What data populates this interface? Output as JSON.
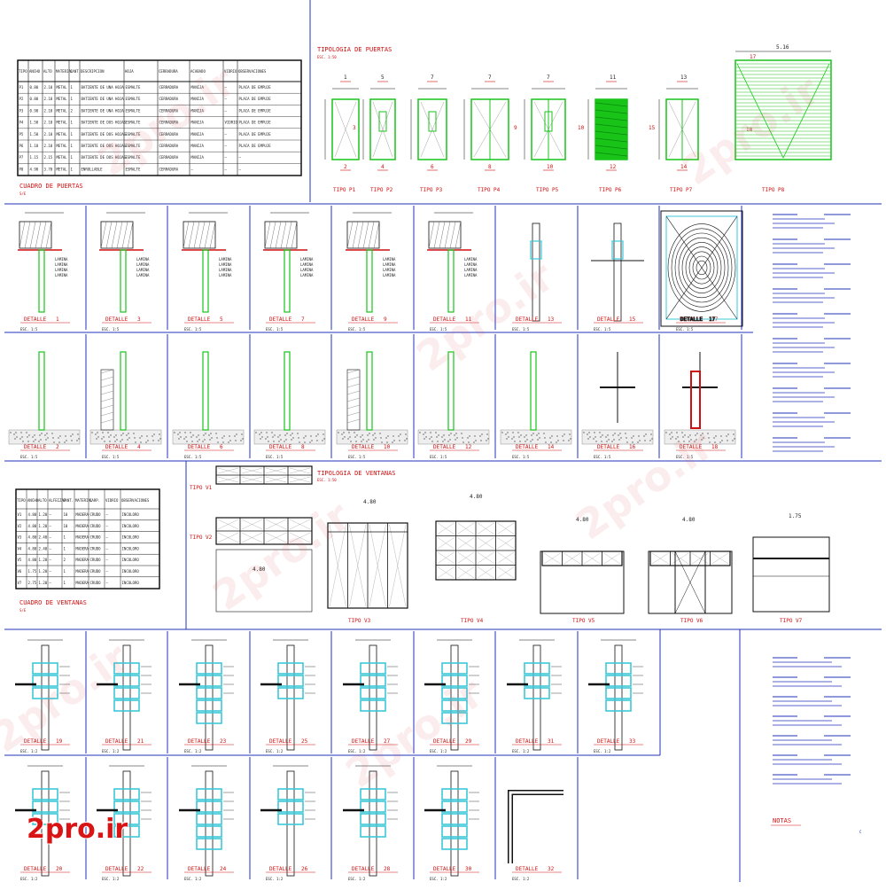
{
  "watermark": "2pro.ir",
  "logo": "2pro.ir",
  "puertas": {
    "title": "TIPOLOGIA DE PUERTAS",
    "scale": "ESC. 1:50",
    "types": [
      "TIPO P1",
      "TIPO P2",
      "TIPO P3",
      "TIPO P4",
      "TIPO P5",
      "TIPO P6",
      "TIPO P7",
      "TIPO P8"
    ],
    "top_marks": [
      "1",
      "5",
      "7",
      "7",
      "7",
      "11",
      "13",
      "17"
    ],
    "bottom_marks": [
      "2",
      "4",
      "6",
      "8",
      "10",
      "12",
      "14",
      ""
    ],
    "side_marks": [
      "",
      "3",
      "",
      "",
      "9",
      "10",
      "15",
      "18"
    ]
  },
  "cuadro_puertas": {
    "title": "CUADRO DE PUERTAS",
    "scale": "S/E",
    "headers": [
      "TIPO",
      "ANCHO",
      "ALTO",
      "MATERIAL",
      "CANT.",
      "DESCRIPCION",
      "HOJA",
      "CERRADURA",
      "ACABADO",
      "VIDRIO",
      "OBSERVACIONES"
    ],
    "rows": [
      [
        "P1",
        "0.80",
        "2.10",
        "METAL",
        "1",
        "BATIENTE DE UNA HOJA",
        "ESMALTE",
        "CERRADURA",
        "MANIJA",
        "—",
        "PLACA DE EMPUJE"
      ],
      [
        "P2",
        "0.80",
        "2.10",
        "METAL",
        "1",
        "BATIENTE DE UNA HOJA",
        "ESMALTE",
        "CERRADURA",
        "MANIJA",
        "—",
        "PLACA DE EMPUJE"
      ],
      [
        "P3",
        "0.90",
        "2.10",
        "METAL",
        "2",
        "BATIENTE DE UNA HOJA",
        "ESMALTE",
        "CERRADURA",
        "MANIJA",
        "—",
        "PLACA DE EMPUJE"
      ],
      [
        "P4",
        "1.50",
        "2.10",
        "METAL",
        "1",
        "BATIENTE DE DOS HOJAS",
        "ESMALTE",
        "CERRADURA",
        "MANIJA",
        "VIDRIO",
        "PLACA DE EMPUJE"
      ],
      [
        "P5",
        "1.50",
        "2.10",
        "METAL",
        "1",
        "BATIENTE DE DOS HOJAS",
        "ESMALTE",
        "CERRADURA",
        "MANIJA",
        "—",
        "PLACA DE EMPUJE"
      ],
      [
        "P6",
        "1.10",
        "2.10",
        "METAL",
        "1",
        "BATIENTE DE DOS HOJAS",
        "ESMALTE",
        "CERRADURA",
        "MANIJA",
        "—",
        "PLACA DE EMPUJE"
      ],
      [
        "P7",
        "1.15",
        "2.15",
        "METAL",
        "1",
        "BATIENTE DE DOS HOJAS",
        "ESMALTE",
        "CERRADURA",
        "MANIJA",
        "—",
        "—"
      ],
      [
        "P8",
        "4.90",
        "3.70",
        "METAL",
        "1",
        "ENROLLABLE",
        "ESMALTE",
        "CERRADURA",
        "—",
        "—",
        "—"
      ]
    ]
  },
  "detalles_puertas": {
    "row1": [
      {
        "label": "DETALLE",
        "num": "1",
        "esc": "ESC. 1:5"
      },
      {
        "label": "DETALLE",
        "num": "3",
        "esc": "ESC. 1:5"
      },
      {
        "label": "DETALLE",
        "num": "5",
        "esc": "ESC. 1:5"
      },
      {
        "label": "DETALLE",
        "num": "7",
        "esc": "ESC. 1:5"
      },
      {
        "label": "DETALLE",
        "num": "9",
        "esc": "ESC. 1:5"
      },
      {
        "label": "DETALLE",
        "num": "11",
        "esc": "ESC. 1:5"
      },
      {
        "label": "DETALLE",
        "num": "13",
        "esc": "ESC. 1:5"
      },
      {
        "label": "DETALLE",
        "num": "15",
        "esc": "ESC. 1:5"
      },
      {
        "label": "DETALLE",
        "num": "17",
        "esc": "ESC. 1:5"
      }
    ],
    "row2": [
      {
        "label": "DETALLE",
        "num": "2",
        "esc": "ESC. 1:5"
      },
      {
        "label": "DETALLE",
        "num": "4",
        "esc": "ESC. 1:5"
      },
      {
        "label": "DETALLE",
        "num": "6",
        "esc": "ESC. 1:5"
      },
      {
        "label": "DETALLE",
        "num": "8",
        "esc": "ESC. 1:5"
      },
      {
        "label": "DETALLE",
        "num": "10",
        "esc": "ESC. 1:5"
      },
      {
        "label": "DETALLE",
        "num": "12",
        "esc": "ESC. 1:5"
      },
      {
        "label": "DETALLE",
        "num": "14",
        "esc": "ESC. 1:5"
      },
      {
        "label": "DETALLE",
        "num": "16",
        "esc": "ESC. 1:5"
      },
      {
        "label": "DETALLE",
        "num": "18",
        "esc": "ESC. 1:5"
      }
    ]
  },
  "ventanas": {
    "title": "TIPOLOGIA DE VENTANAS",
    "scale": "ESC. 1:50",
    "types": [
      "TIPO V1",
      "TIPO V2",
      "TIPO V3",
      "TIPO V4",
      "TIPO V5",
      "TIPO V6",
      "TIPO V7"
    ],
    "dims": [
      "4.80",
      "4.80",
      "4.80",
      "4.80",
      "1.75"
    ]
  },
  "cuadro_ventanas": {
    "title": "CUADRO DE VENTANAS",
    "scale": "S/E",
    "headers": [
      "TIPO",
      "ANCHO",
      "ALTO",
      "ALFEIZAR",
      "CANT.",
      "MATERIAL",
      "CARP.",
      "VIDRIO",
      "OBSERVACIONES"
    ],
    "rows": [
      [
        "V1",
        "4.80",
        "1.20",
        "—",
        "10",
        "MADERA",
        "CRUDO",
        "—",
        "INCOLORO"
      ],
      [
        "V2",
        "4.80",
        "1.20",
        "—",
        "10",
        "MADERA",
        "CRUDO",
        "—",
        "INCOLORO"
      ],
      [
        "V3",
        "4.80",
        "2.40",
        "—",
        "1",
        "MADERA",
        "CRUDO",
        "—",
        "INCOLORO"
      ],
      [
        "V4",
        "4.80",
        "2.40",
        "—",
        "1",
        "MADERA",
        "CRUDO",
        "—",
        "INCOLORO"
      ],
      [
        "V5",
        "4.80",
        "1.20",
        "—",
        "2",
        "MADERA",
        "CRUDO",
        "—",
        "INCOLORO"
      ],
      [
        "V6",
        "1.75",
        "1.20",
        "—",
        "1",
        "MADERA",
        "CRUDO",
        "—",
        "INCOLORO"
      ],
      [
        "V7",
        "2.75",
        "1.20",
        "—",
        "1",
        "MADERA",
        "CRUDO",
        "—",
        "INCOLORO"
      ]
    ]
  },
  "detalles_ventanas": {
    "row1": [
      {
        "label": "DETALLE",
        "num": "19",
        "esc": "ESC. 1:2"
      },
      {
        "label": "DETALLE",
        "num": "21",
        "esc": "ESC. 1:2"
      },
      {
        "label": "DETALLE",
        "num": "23",
        "esc": "ESC. 1:2"
      },
      {
        "label": "DETALLE",
        "num": "25",
        "esc": "ESC. 1:2"
      },
      {
        "label": "DETALLE",
        "num": "27",
        "esc": "ESC. 1:2"
      },
      {
        "label": "DETALLE",
        "num": "29",
        "esc": "ESC. 1:2"
      },
      {
        "label": "DETALLE",
        "num": "31",
        "esc": "ESC. 1:2"
      },
      {
        "label": "DETALLE",
        "num": "33",
        "esc": "ESC. 1:2"
      }
    ],
    "row2": [
      {
        "label": "DETALLE",
        "num": "20",
        "esc": "ESC. 1:2"
      },
      {
        "label": "DETALLE",
        "num": "22",
        "esc": "ESC. 1:2"
      },
      {
        "label": "DETALLE",
        "num": "24",
        "esc": "ESC. 1:2"
      },
      {
        "label": "DETALLE",
        "num": "26",
        "esc": "ESC. 1:2"
      },
      {
        "label": "DETALLE",
        "num": "28",
        "esc": "ESC. 1:2"
      },
      {
        "label": "DETALLE",
        "num": "30",
        "esc": "ESC. 1:2"
      },
      {
        "label": "DETALLE",
        "num": "32",
        "esc": "ESC. 1:2"
      }
    ]
  },
  "notas": {
    "title": "NOTAS",
    "tag": "C"
  },
  "colors": {
    "frame": "#2233bb",
    "red": "#d01010",
    "green": "#18c418",
    "cyan": "#3ec8d8",
    "black": "#111111"
  }
}
